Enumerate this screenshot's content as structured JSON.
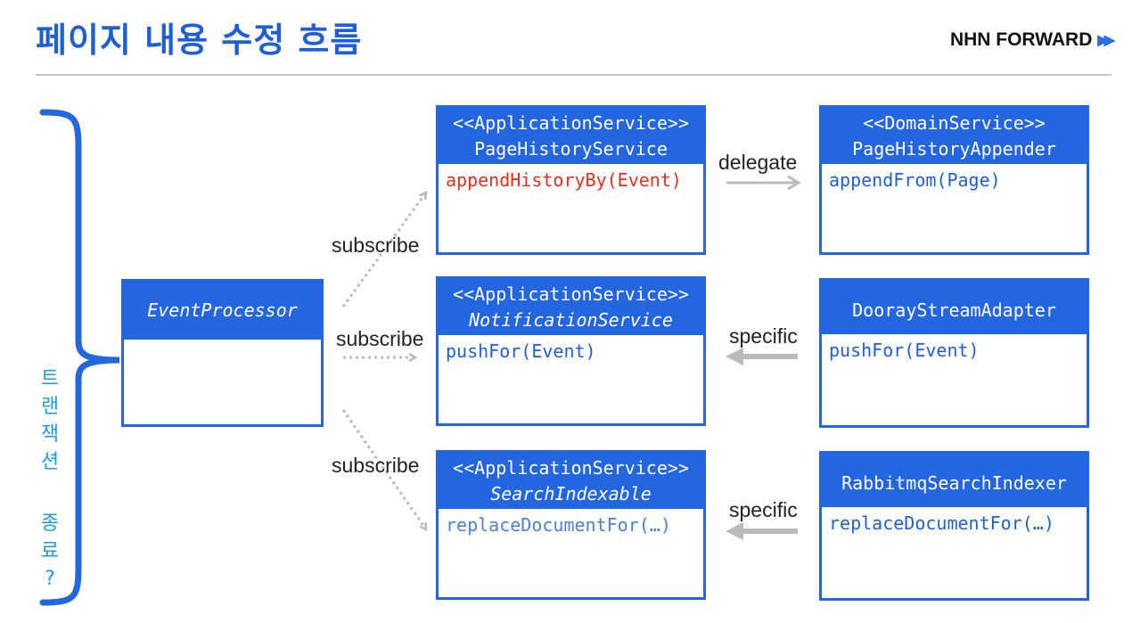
{
  "title": "페이지 내용 수정 흐름",
  "brand": {
    "name": "NHN FORWARD",
    "icon": "double-play-arrow-icon"
  },
  "side_label": {
    "chars_1": [
      "트",
      "랜",
      "잭",
      "션"
    ],
    "chars_2": [
      "종",
      "료",
      "?"
    ]
  },
  "boxes": {
    "event_processor": {
      "title": "EventProcessor"
    },
    "page_history_service": {
      "stereotype": "<<ApplicationService>>",
      "name": "PageHistoryService",
      "method": "appendHistoryBy(Event)"
    },
    "notification_service": {
      "stereotype": "<<ApplicationService>>",
      "name": "NotificationService",
      "method": "pushFor(Event)"
    },
    "search_indexable": {
      "stereotype": "<<ApplicationService>>",
      "name": "SearchIndexable",
      "method": "replaceDocumentFor(…)"
    },
    "page_history_appender": {
      "stereotype": "<<DomainService>>",
      "name": "PageHistoryAppender",
      "method": "appendFrom(Page)"
    },
    "dooray_stream_adapter": {
      "name": "DoorayStreamAdapter",
      "method": "pushFor(Event)"
    },
    "rabbitmq_search_indexer": {
      "name": "RabbitmqSearchIndexer",
      "method": "replaceDocumentFor(…)"
    }
  },
  "edges": {
    "subscribe_1": "subscribe",
    "subscribe_2": "subscribe",
    "subscribe_3": "subscribe",
    "delegate": "delegate",
    "specific_1": "specific",
    "specific_2": "specific"
  },
  "colors": {
    "accent": "#2466e0",
    "highlight_method": "#e03020",
    "side_text": "#1aa0d8",
    "arrow_gray": "#bbbbbb"
  }
}
